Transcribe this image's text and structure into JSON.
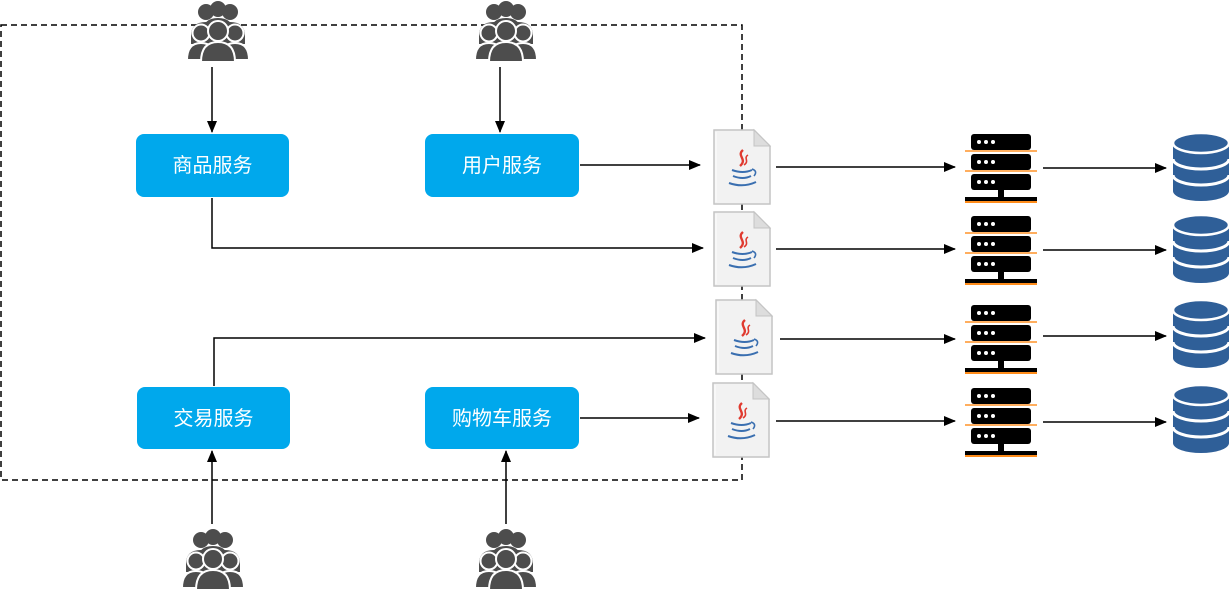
{
  "services": {
    "product": "商品服务",
    "user": "用户服务",
    "trade": "交易服务",
    "cart": "购物车服务"
  },
  "colors": {
    "service_box": "#00a8ec",
    "user_icon": "#4d4d4d",
    "server_body": "#000000",
    "server_accent": "#ff8c1a",
    "database": "#2f5f98",
    "arrow": "#000000"
  },
  "icons": {
    "user_group": "users-icon",
    "java_file": "java-file-icon",
    "server": "server-icon",
    "database": "database-icon"
  }
}
